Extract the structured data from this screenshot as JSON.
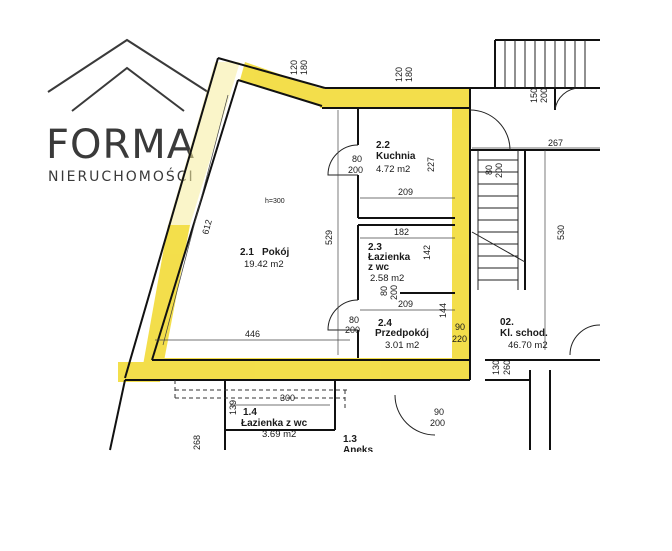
{
  "logo": {
    "main": "FORMA",
    "sub": "NIERUCHOMOŚCI"
  },
  "rooms": [
    {
      "num": "2.1",
      "name": "Pokój",
      "area": "19.42 m2"
    },
    {
      "num": "2.2",
      "name": "Kuchnia",
      "area": "4.72 m2"
    },
    {
      "num": "2.3",
      "name": "Łazienka",
      "name2": "z wc",
      "area": "2.58 m2"
    },
    {
      "num": "2.4",
      "name": "Przedpokój",
      "area": "3.01 m2"
    },
    {
      "num": "02.",
      "name": "Kl. schod.",
      "area": "46.70 m2"
    },
    {
      "num": "1.4",
      "name": "Łazienka z wc",
      "area": "3.69 m2"
    },
    {
      "num": "1.3",
      "name": "Aneks"
    }
  ],
  "dimensions": {
    "h": "h=300",
    "d120a": "120",
    "d180a": "180",
    "d120b": "120",
    "d180b": "180",
    "d150": "150",
    "d200a": "200",
    "d80a": "80",
    "d200b": "200",
    "d227": "227",
    "d209a": "209",
    "d267": "267",
    "d80b": "80",
    "d200c": "200",
    "d612": "612",
    "d529": "529",
    "d182": "182",
    "d142": "142",
    "d530": "530",
    "d80c": "80",
    "d200d": "200",
    "d209b": "209",
    "d446": "446",
    "d80d": "80",
    "d200e": "200",
    "d144": "144",
    "d90a": "90",
    "d220": "220",
    "d130": "130",
    "d260": "260",
    "d300": "300",
    "d139": "139",
    "d90b": "90",
    "d200f": "200",
    "d268": "268"
  }
}
